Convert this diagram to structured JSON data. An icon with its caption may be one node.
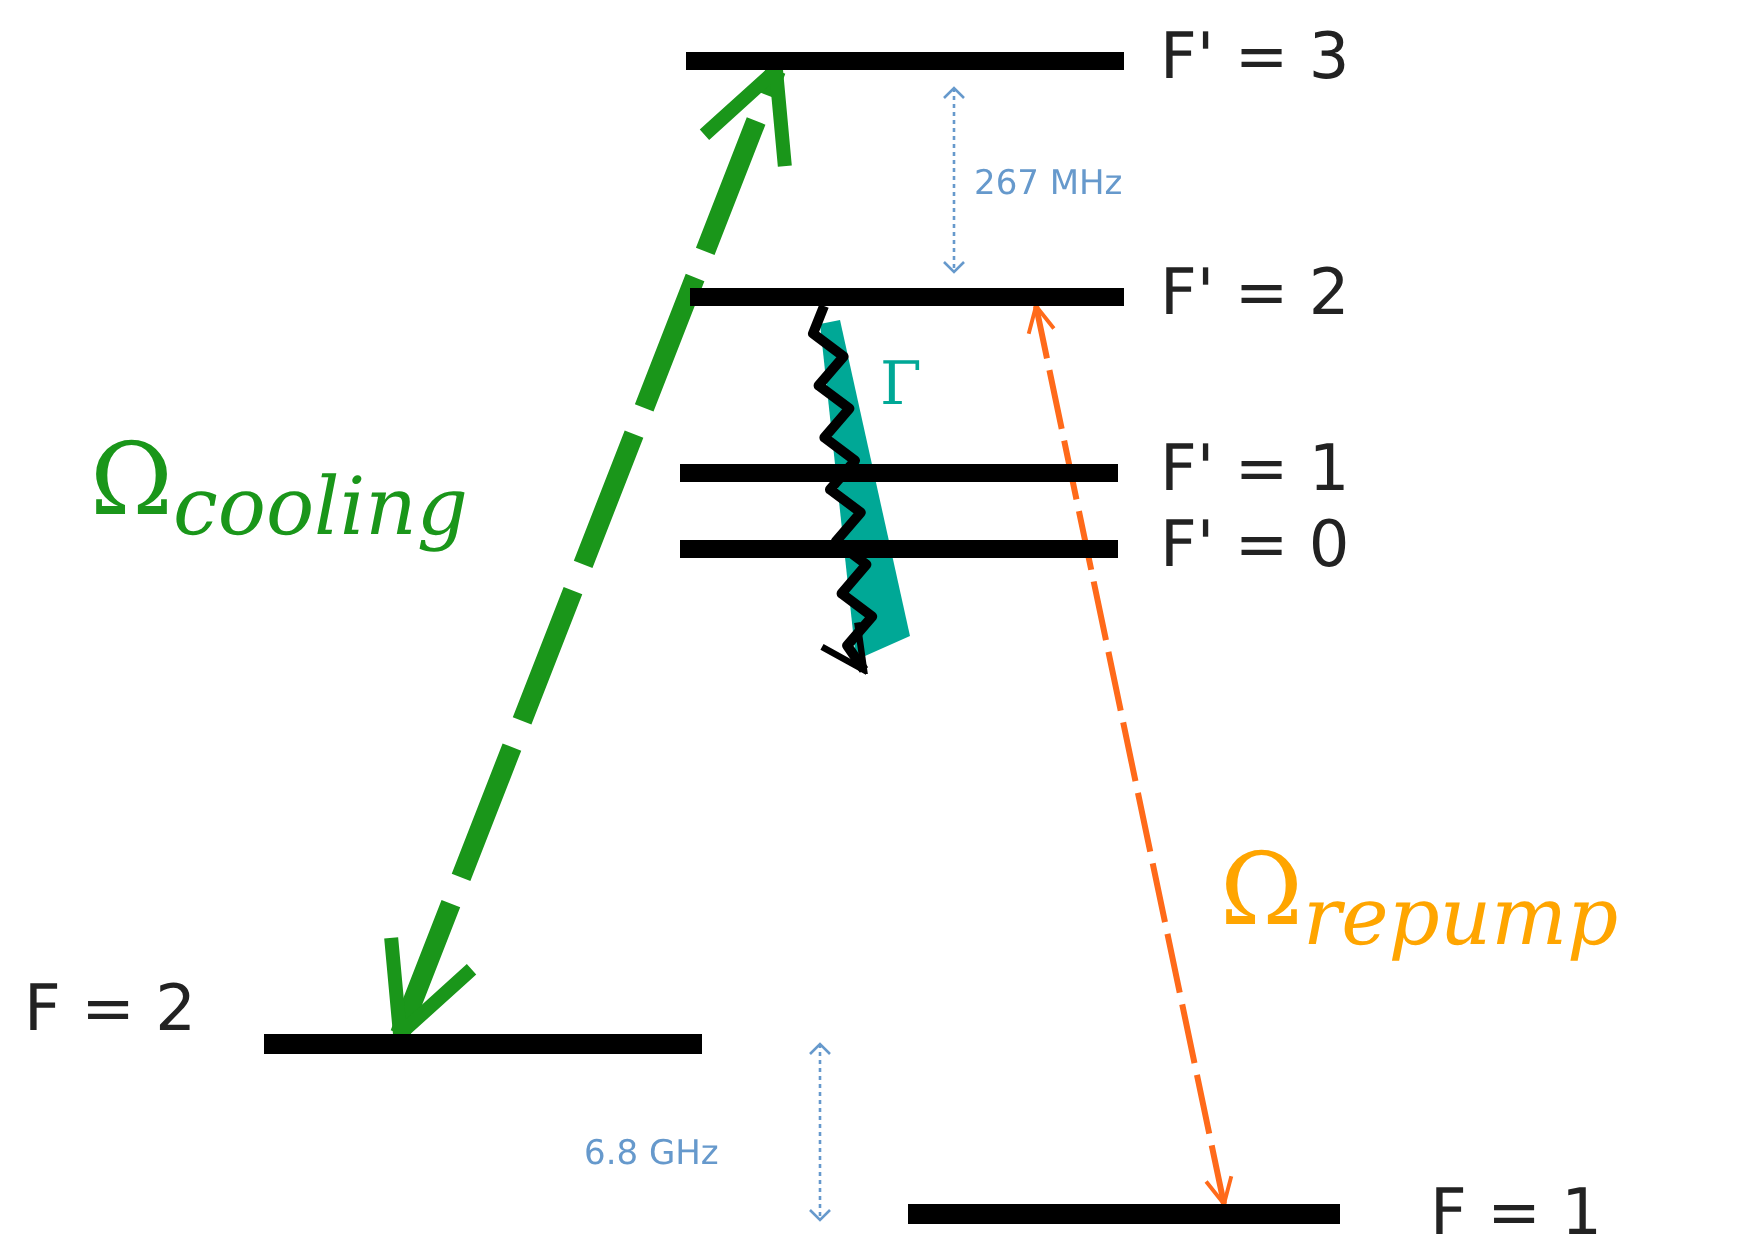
{
  "diagram": {
    "nodes": [
      {
        "text": [],
        "shape": "bar",
        "beside": [
          "F' = 3"
        ]
      },
      {
        "text": [],
        "shape": "bar",
        "beside": [
          "F' = 2"
        ]
      },
      {
        "text": [],
        "shape": "bar",
        "beside": [
          "F' = 1"
        ]
      },
      {
        "text": [],
        "shape": "bar",
        "beside": [
          "F' = 0"
        ]
      },
      {
        "text": [],
        "shape": "bar",
        "beside": [
          "F = 2"
        ]
      },
      {
        "text": [],
        "shape": "bar",
        "beside": [
          "F = 1"
        ]
      }
    ],
    "edges": [
      {
        "from": 4,
        "to": 0,
        "arrow": "both",
        "style": "dashed",
        "color": "#1a961a",
        "label": "Ω$_{cooling}$"
      },
      {
        "from": 5,
        "to": 1,
        "arrow": "both",
        "style": "dashed",
        "color": "#ff6a1a",
        "label": "Ω$_{repump}$"
      },
      {
        "from": 1,
        "to": null,
        "arrow": "to",
        "color": "#000000",
        "label": "Γ"
      }
    ],
    "labels": [
      "267 MHz",
      "6.8 GHz"
    ]
  }
}
